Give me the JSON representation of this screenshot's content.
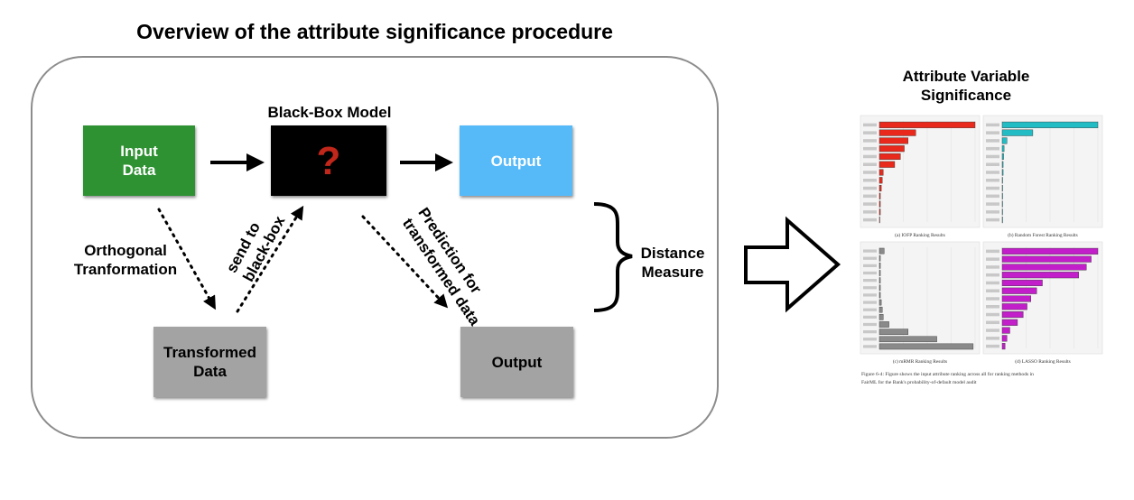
{
  "title": "Overview of the attribute significance procedure",
  "boxes": {
    "input_line1": "Input",
    "input_line2": "Data",
    "blackbox_title": "Black-Box Model",
    "blackbox_symbol": "?",
    "output_top": "Output",
    "transformed_line1": "Transformed",
    "transformed_line2": "Data",
    "output_bottom": "Output"
  },
  "labels": {
    "orthogonal_line1": "Orthogonal",
    "orthogonal_line2": "Tranformation",
    "send_line1": "send to",
    "send_line2": "black-box",
    "prediction_line1": "Prediction for",
    "prediction_line2": "transformed data",
    "distance_line1": "Distance",
    "distance_line2": "Measure"
  },
  "right_panel": {
    "title_line1": "Attribute Variable",
    "title_line2": "Significance",
    "figure": {
      "panels": [
        {
          "caption": "(a) IOFP Ranking Results",
          "color": "#e8291b",
          "values": [
            1.0,
            0.38,
            0.3,
            0.26,
            0.22,
            0.16,
            0.04,
            0.03,
            0.02,
            0.01,
            0.01,
            0.01,
            0.0
          ]
        },
        {
          "caption": "(b) Random Forest Ranking Results",
          "color": "#21bcc4",
          "values": [
            1.0,
            0.32,
            0.05,
            0.02,
            0.015,
            0.01,
            0.01,
            0.005,
            0.005,
            0.005,
            0.0,
            0.0,
            0.0
          ]
        },
        {
          "caption": "(c) mRMR Ranking Results",
          "color": "#8a8a8a",
          "values": [
            0.05,
            0.01,
            0.01,
            0.01,
            0.01,
            0.01,
            0.01,
            0.02,
            0.03,
            0.04,
            0.1,
            0.3,
            0.6,
            0.98
          ]
        },
        {
          "caption": "(d) LASSO Ranking Results",
          "color": "#c21ec9",
          "values": [
            1.0,
            0.93,
            0.88,
            0.8,
            0.42,
            0.36,
            0.3,
            0.26,
            0.22,
            0.16,
            0.08,
            0.05,
            0.03
          ]
        }
      ],
      "caption_line1": "Figure 6-4: Figure shows the input attribute ranking across all for ranking methods in",
      "caption_line2": "FairML for the Bank's probability-of-default model audit"
    }
  },
  "colors": {
    "input": "#2e9232",
    "blackbox": "#000000",
    "question_mark": "#c0261a",
    "output_top": "#56baf9",
    "grey_box": "#a3a3a3",
    "frame": "#8c8c8c"
  }
}
